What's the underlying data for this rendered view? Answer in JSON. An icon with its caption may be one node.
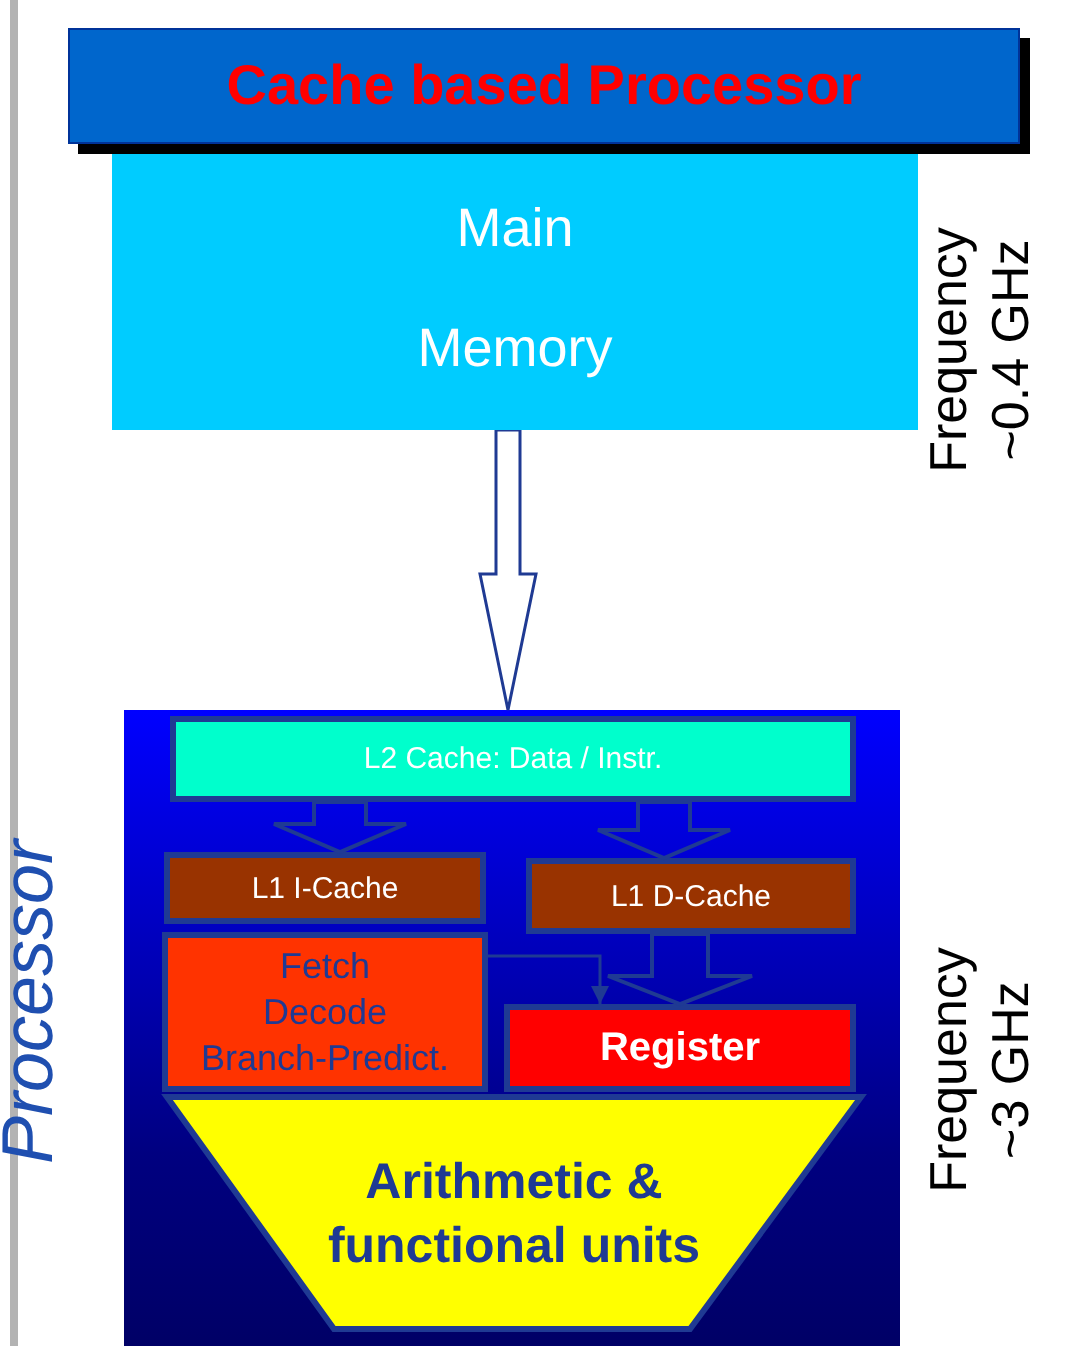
{
  "diagram": {
    "title": "Cache based Processor",
    "nodes": [
      {
        "text": [
          "Main Memory"
        ],
        "beside": [
          "Frequency ~0.4 GHz"
        ]
      },
      {
        "text": [
          "Processor"
        ],
        "beside": [
          "Frequency ~3 GHz"
        ]
      },
      {
        "text": [
          "L2 Cache: Data / Instr."
        ],
        "in": 1
      },
      {
        "text": [
          "L1 I-Cache"
        ],
        "in": 1
      },
      {
        "text": [
          "L1 D-Cache"
        ],
        "in": 1
      },
      {
        "text": [
          "Fetch Decode Branch-Predict."
        ],
        "in": 1
      },
      {
        "text": [
          "Register"
        ],
        "in": 1
      },
      {
        "text": [
          "Arithmetic & functional units"
        ],
        "in": 1
      }
    ],
    "edges": [
      {
        "from": 0,
        "to": 1,
        "arrow": "to",
        "style": "thick"
      },
      {
        "from": 2,
        "to": 3,
        "arrow": "to",
        "style": "thick"
      },
      {
        "from": 2,
        "to": 4,
        "arrow": "to",
        "style": "thick"
      },
      {
        "from": 4,
        "to": 6,
        "arrow": "to",
        "style": "thick"
      },
      {
        "from": 5,
        "to": 6,
        "arrow": "to"
      }
    ]
  }
}
